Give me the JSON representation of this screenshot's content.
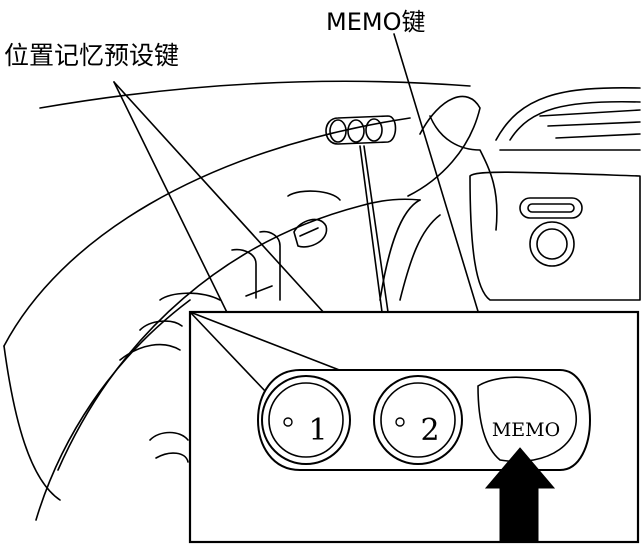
{
  "labels": {
    "memo_key": "MEMO键",
    "position_preset_keys": "位置记忆预设键"
  },
  "buttons": [
    {
      "id": "preset-1",
      "text": "1"
    },
    {
      "id": "preset-2",
      "text": "2"
    },
    {
      "id": "memo",
      "text": "MEMO"
    }
  ],
  "colors": {
    "line": "#000000",
    "background": "#ffffff"
  },
  "icons": {
    "indicator_arrow": "arrow-up-icon"
  }
}
